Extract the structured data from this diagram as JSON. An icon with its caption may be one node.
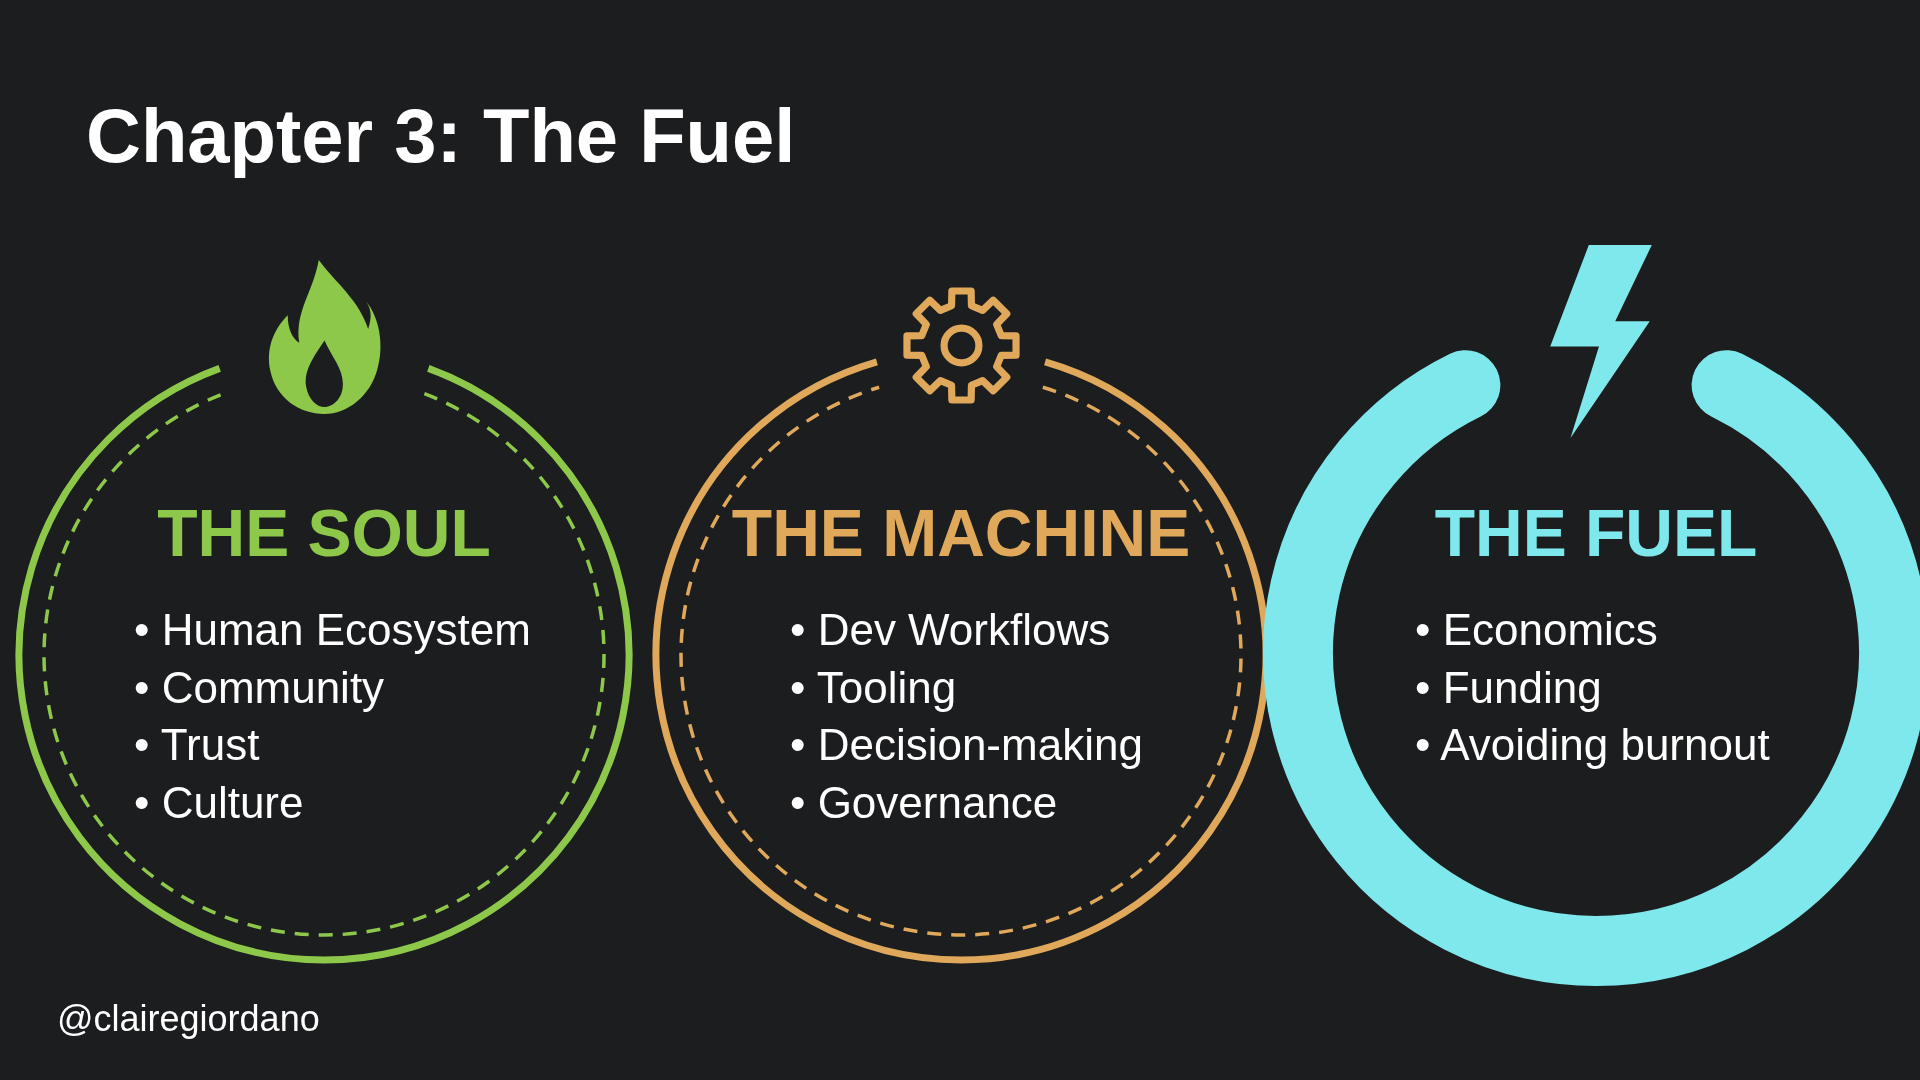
{
  "diagram": {
    "title": "Chapter 3: The Fuel",
    "nodes": [
      {
        "text": [
          "THE SOUL",
          "• Human Ecosystem",
          "• Community",
          "• Trust",
          "• Culture"
        ]
      },
      {
        "text": [
          "THE MACHINE",
          "• Dev Workflows",
          "• Tooling",
          "• Decision-making",
          "• Governance"
        ]
      },
      {
        "text": [
          "THE FUEL",
          "• Economics",
          "• Funding",
          "• Avoiding burnout"
        ]
      }
    ],
    "labels": [
      "@clairegiordano"
    ]
  }
}
